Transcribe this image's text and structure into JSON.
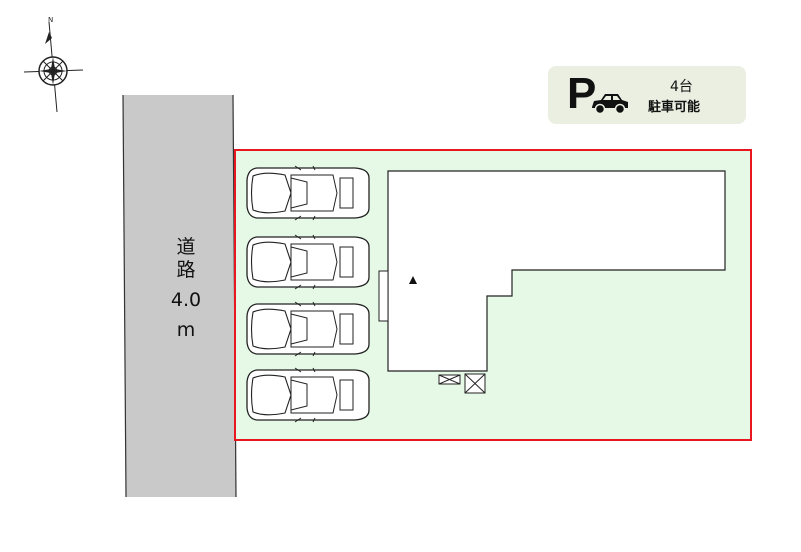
{
  "compass": {
    "north_label": "N",
    "icon": "compass-rose-icon"
  },
  "road": {
    "chars": [
      "道",
      "路"
    ],
    "width_value": "4.0",
    "width_unit": "m"
  },
  "parking": {
    "icon_letter": "P",
    "icon": "car-icon",
    "count": "4台",
    "note": "駐車可能"
  },
  "colors": {
    "lot_fill": "#e6f9e6",
    "lot_border": "#e8161e",
    "road_fill": "#c9c9c9",
    "badge_bg": "#eaefe2"
  }
}
